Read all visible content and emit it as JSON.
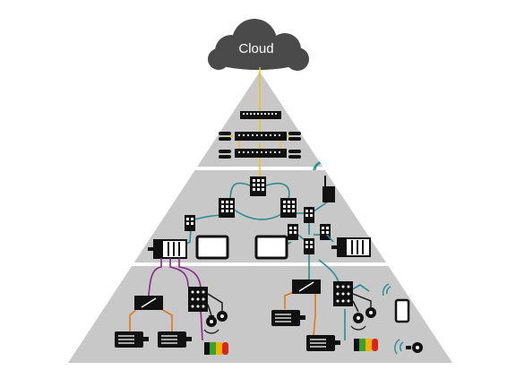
{
  "cloud": {
    "label": "Cloud"
  },
  "colors": {
    "background": "#ffffff",
    "pyramid": "#c8c8c8",
    "tier_divider": "#ffffff",
    "cloud": "#4a4a4a",
    "device": "#111111",
    "uplink": "#e8c21a",
    "ethernet": "#2a8c8c",
    "fieldbus": "#8a2a8a",
    "power": "#e07a1a",
    "beacon_red": "#d8261a",
    "beacon_amber": "#f0b400",
    "beacon_green": "#3aa030"
  },
  "tiers": [
    "cloud-tier",
    "control-tier",
    "field-tier"
  ],
  "icons": {
    "wifi": "wifi-icon",
    "motor": "motor-icon",
    "switch": "network-switch-icon",
    "plc": "plc-icon",
    "hmi": "hmi-panel-icon",
    "drive": "drive-icon",
    "io_module": "io-module-icon",
    "sensor": "proximity-sensor-icon",
    "beacon": "signal-beacon-icon",
    "phone": "mobile-phone-icon",
    "server": "server-rack-icon",
    "gateway": "wireless-gateway-icon"
  }
}
